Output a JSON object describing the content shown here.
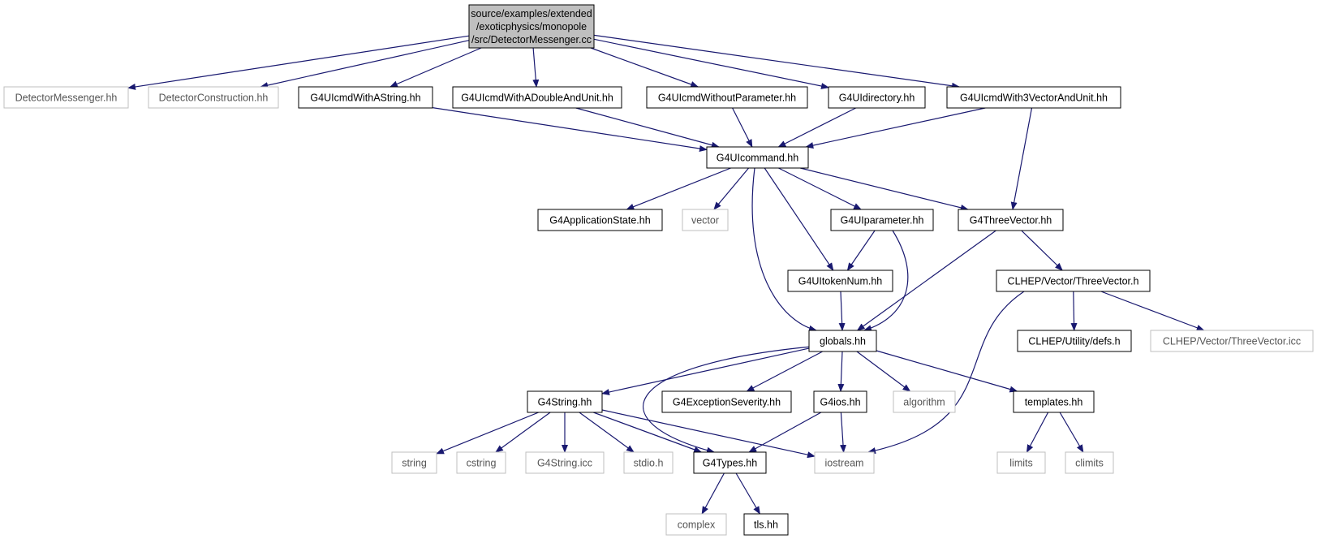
{
  "colors": {
    "edge": "#191970",
    "root_fill": "#bfbfbf",
    "doc_border": "#000000",
    "external_border": "#bfbfbf",
    "doc_text": "#000000",
    "external_text": "#555555"
  },
  "nodes": [
    {
      "id": "root",
      "lines": [
        "source/examples/extended",
        "/exoticphysics/monopole",
        "/src/DetectorMessenger.cc"
      ],
      "kind": "root"
    },
    {
      "id": "detmess_hh",
      "lines": [
        "DetectorMessenger.hh"
      ],
      "kind": "external"
    },
    {
      "id": "detcons_hh",
      "lines": [
        "DetectorConstruction.hh"
      ],
      "kind": "external"
    },
    {
      "id": "astring",
      "lines": [
        "G4UIcmdWithAString.hh"
      ],
      "kind": "doc"
    },
    {
      "id": "adouble",
      "lines": [
        "G4UIcmdWithADoubleAndUnit.hh"
      ],
      "kind": "doc"
    },
    {
      "id": "withoutparam",
      "lines": [
        "G4UIcmdWithoutParameter.hh"
      ],
      "kind": "doc"
    },
    {
      "id": "uidirectory",
      "lines": [
        "G4UIdirectory.hh"
      ],
      "kind": "doc"
    },
    {
      "id": "threevecunit",
      "lines": [
        "G4UIcmdWith3VectorAndUnit.hh"
      ],
      "kind": "doc"
    },
    {
      "id": "uicommand",
      "lines": [
        "G4UIcommand.hh"
      ],
      "kind": "doc"
    },
    {
      "id": "appstate",
      "lines": [
        "G4ApplicationState.hh"
      ],
      "kind": "doc"
    },
    {
      "id": "vector",
      "lines": [
        "vector"
      ],
      "kind": "external"
    },
    {
      "id": "uiparameter",
      "lines": [
        "G4UIparameter.hh"
      ],
      "kind": "doc"
    },
    {
      "id": "threevector",
      "lines": [
        "G4ThreeVector.hh"
      ],
      "kind": "doc"
    },
    {
      "id": "uitokennum",
      "lines": [
        "G4UItokenNum.hh"
      ],
      "kind": "doc"
    },
    {
      "id": "clhep_threevector",
      "lines": [
        "CLHEP/Vector/ThreeVector.h"
      ],
      "kind": "doc"
    },
    {
      "id": "globals",
      "lines": [
        "globals.hh"
      ],
      "kind": "doc"
    },
    {
      "id": "clhep_defs",
      "lines": [
        "CLHEP/Utility/defs.h"
      ],
      "kind": "doc"
    },
    {
      "id": "clhep_icc",
      "lines": [
        "CLHEP/Vector/ThreeVector.icc"
      ],
      "kind": "external"
    },
    {
      "id": "g4string",
      "lines": [
        "G4String.hh"
      ],
      "kind": "doc"
    },
    {
      "id": "exceptionseverity",
      "lines": [
        "G4ExceptionSeverity.hh"
      ],
      "kind": "doc"
    },
    {
      "id": "g4ios",
      "lines": [
        "G4ios.hh"
      ],
      "kind": "doc"
    },
    {
      "id": "algorithm",
      "lines": [
        "algorithm"
      ],
      "kind": "external"
    },
    {
      "id": "templates",
      "lines": [
        "templates.hh"
      ],
      "kind": "doc"
    },
    {
      "id": "string",
      "lines": [
        "string"
      ],
      "kind": "external"
    },
    {
      "id": "cstring",
      "lines": [
        "cstring"
      ],
      "kind": "external"
    },
    {
      "id": "g4string_icc",
      "lines": [
        "G4String.icc"
      ],
      "kind": "external"
    },
    {
      "id": "stdio",
      "lines": [
        "stdio.h"
      ],
      "kind": "external"
    },
    {
      "id": "g4types",
      "lines": [
        "G4Types.hh"
      ],
      "kind": "doc"
    },
    {
      "id": "iostream",
      "lines": [
        "iostream"
      ],
      "kind": "external"
    },
    {
      "id": "limits",
      "lines": [
        "limits"
      ],
      "kind": "external"
    },
    {
      "id": "climits",
      "lines": [
        "climits"
      ],
      "kind": "external"
    },
    {
      "id": "complex",
      "lines": [
        "complex"
      ],
      "kind": "external"
    },
    {
      "id": "tls",
      "lines": [
        "tls.hh"
      ],
      "kind": "doc"
    }
  ],
  "edges": [
    [
      "root",
      "detmess_hh"
    ],
    [
      "root",
      "detcons_hh"
    ],
    [
      "root",
      "astring"
    ],
    [
      "root",
      "adouble"
    ],
    [
      "root",
      "withoutparam"
    ],
    [
      "root",
      "uidirectory"
    ],
    [
      "root",
      "threevecunit"
    ],
    [
      "astring",
      "uicommand"
    ],
    [
      "adouble",
      "uicommand"
    ],
    [
      "withoutparam",
      "uicommand"
    ],
    [
      "uidirectory",
      "uicommand"
    ],
    [
      "threevecunit",
      "uicommand"
    ],
    [
      "threevecunit",
      "threevector"
    ],
    [
      "uicommand",
      "appstate"
    ],
    [
      "uicommand",
      "vector"
    ],
    [
      "uicommand",
      "uiparameter"
    ],
    [
      "uicommand",
      "threevector"
    ],
    [
      "uicommand",
      "uitokennum"
    ],
    [
      "uicommand",
      "globals"
    ],
    [
      "uiparameter",
      "uitokennum"
    ],
    [
      "uiparameter",
      "globals"
    ],
    [
      "uitokennum",
      "globals"
    ],
    [
      "threevector",
      "globals"
    ],
    [
      "threevector",
      "clhep_threevector"
    ],
    [
      "clhep_threevector",
      "clhep_defs"
    ],
    [
      "clhep_threevector",
      "clhep_icc"
    ],
    [
      "clhep_threevector",
      "iostream"
    ],
    [
      "globals",
      "g4string"
    ],
    [
      "globals",
      "exceptionseverity"
    ],
    [
      "globals",
      "g4ios"
    ],
    [
      "globals",
      "algorithm"
    ],
    [
      "globals",
      "templates"
    ],
    [
      "globals",
      "g4types"
    ],
    [
      "g4string",
      "string"
    ],
    [
      "g4string",
      "cstring"
    ],
    [
      "g4string",
      "g4string_icc"
    ],
    [
      "g4string",
      "stdio"
    ],
    [
      "g4string",
      "g4types"
    ],
    [
      "g4string",
      "iostream"
    ],
    [
      "g4ios",
      "g4types"
    ],
    [
      "g4ios",
      "iostream"
    ],
    [
      "templates",
      "limits"
    ],
    [
      "templates",
      "climits"
    ],
    [
      "g4types",
      "complex"
    ],
    [
      "g4types",
      "tls"
    ]
  ]
}
